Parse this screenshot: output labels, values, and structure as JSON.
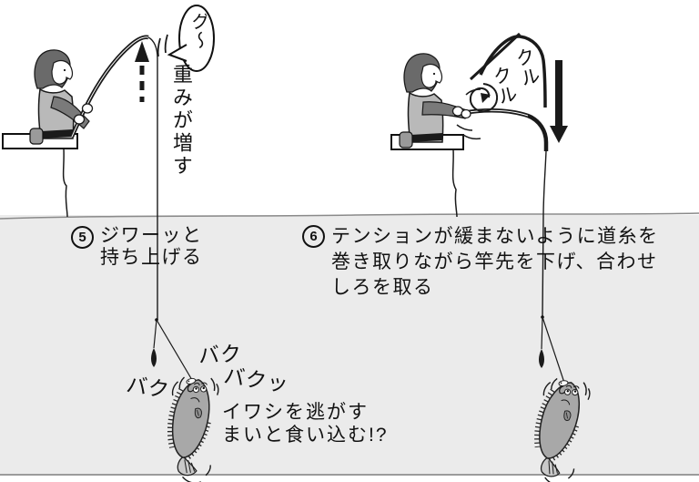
{
  "colors": {
    "water": "#ebebeb",
    "ink": "#1a1a1a",
    "vest_gray": "#b9b9b9",
    "sleeve_gray": "#7a7a7a",
    "hair_gray": "#6a6a6a",
    "fish_gray": "#a8a8a8"
  },
  "scene5": {
    "step_number": "5",
    "caption_lines": [
      "ジワーッと",
      "持ち上げる"
    ],
    "bubble_text": "グ〜",
    "weight_label": "重みが増す",
    "bite_sound_left": "バク",
    "bite_sound_top": "バク",
    "bite_sound_right": "バクッ",
    "fish_caption_lines": [
      "イワシを逃がす",
      "まいと食い込む!?"
    ]
  },
  "scene6": {
    "step_number": "6",
    "caption_lines": [
      "テンションが緩まないように道糸を",
      "巻き取りながら竿先を下げ、合わせ",
      "しろを取る"
    ],
    "reel_sound_front": "クル",
    "reel_sound_back": "クル"
  }
}
